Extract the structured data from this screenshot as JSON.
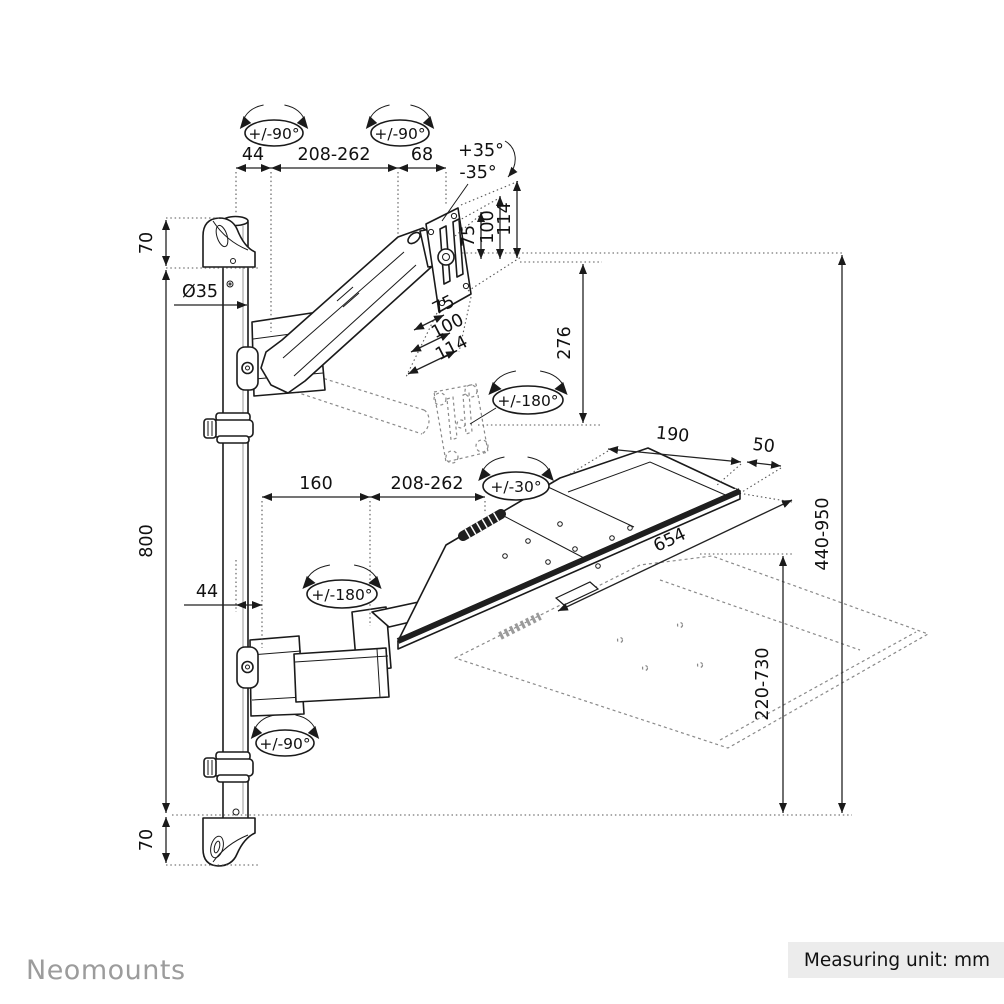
{
  "footer": {
    "brand": "Neomounts",
    "measuring_unit": "Measuring unit: mm"
  },
  "rotation_labels": {
    "pole_swivel_top": "+/-90°",
    "elbow_swivel_top": "+/-90°",
    "monitor_rotation": "+/-180°",
    "tray_rotation": "+/-30°",
    "lower_arm_rotation": "+/-180°",
    "pole_swivel_bottom": "+/-90°",
    "tilt_up": "+35°",
    "tilt_down": "-35°"
  },
  "dimensions_mm": {
    "wall_to_arm_pivot_top": "44",
    "upper_arm_reach": "208-262",
    "elbow_to_vesa": "68",
    "vesa_75": "75",
    "vesa_100": "100",
    "vesa_114": "114",
    "vesa_drop": "276",
    "tray_depth": "190",
    "ledge_depth": "50",
    "tray_width": "654",
    "monitor_height_range": "440-950",
    "tray_height_range": "220-730",
    "pole_to_lower_elbow": "160",
    "lower_arm_reach": "208-262",
    "wall_to_arm_pivot_bottom": "44",
    "bracket_height_top": "70",
    "pole_height": "800",
    "bracket_height_bottom": "70",
    "pole_diameter": "Ø35"
  },
  "colors": {
    "line": "#1a1a1a",
    "ghost": "#8a8a8a",
    "brand_gray": "#9c9c9c",
    "unit_bg": "#ececec",
    "background": "#ffffff"
  }
}
